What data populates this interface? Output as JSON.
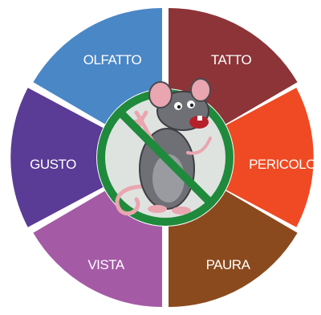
{
  "wheel": {
    "segments": [
      {
        "key": "olfatto",
        "label": "OLFATTO",
        "color": "#4a87c6"
      },
      {
        "key": "tatto",
        "label": "TATTO",
        "color": "#8c3438"
      },
      {
        "key": "pericolo",
        "label": "PERICOLO",
        "color": "#ef4a23"
      },
      {
        "key": "paura",
        "label": "PAURA",
        "color": "#8b4a1e"
      },
      {
        "key": "vista",
        "label": "VISTA",
        "color": "#a45aa5"
      },
      {
        "key": "gusto",
        "label": "GUSTO",
        "color": "#5a3b95"
      }
    ],
    "center": {
      "icon": "no-rats-icon",
      "ring_color": "#1f8a3c",
      "rat_color": "#6f6f76"
    }
  }
}
